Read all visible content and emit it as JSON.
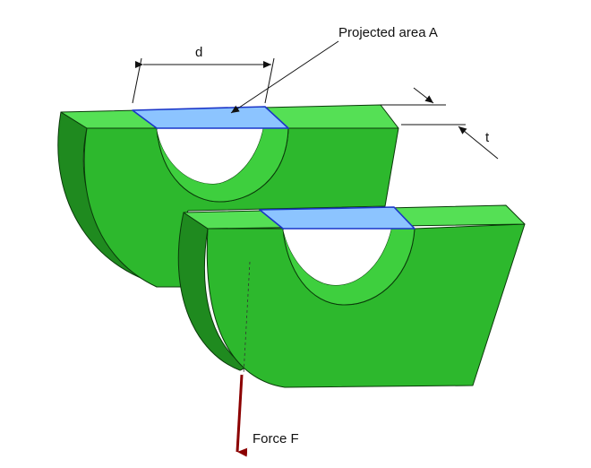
{
  "labels": {
    "projected_area": "Projected area A",
    "diameter": "d",
    "thickness": "t",
    "force": "Force F"
  },
  "colors": {
    "front_face": "#2db82d",
    "side_face": "#1f8a1f",
    "top_face": "#55e055",
    "inner_surface": "#3ecf3e",
    "projected_area": "#8cc4ff",
    "projected_area_edge": "#1a35c8",
    "force_arrow": "#8b0000",
    "outline": "#0a3a0a"
  }
}
